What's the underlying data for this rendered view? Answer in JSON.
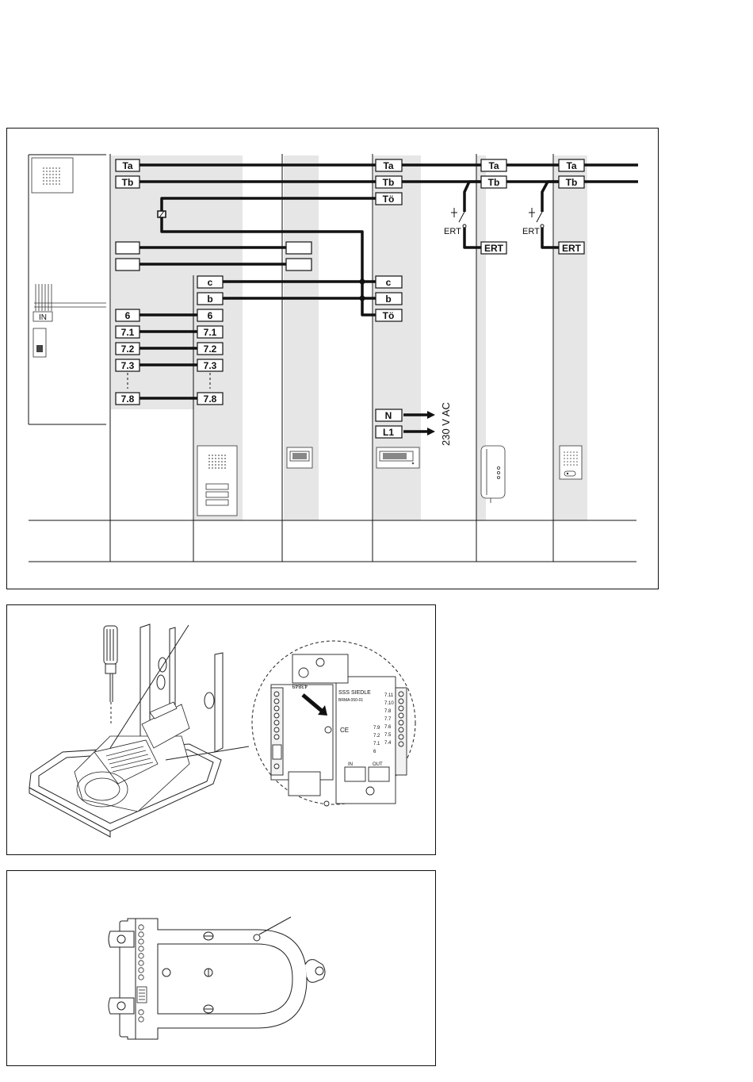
{
  "wiring": {
    "terminals": {
      "ta": "Ta",
      "tb": "Tb",
      "to": "Tö",
      "ert": "ERT",
      "c": "c",
      "b": "b",
      "six": "6",
      "t71": "7.1",
      "t72": "7.2",
      "t73": "7.3",
      "t78": "7.8",
      "n": "N",
      "l1": "L1",
      "in": "IN"
    },
    "ert_switch_label": "ERT",
    "supply_label": "230 V AC"
  },
  "detail_module": {
    "brand": "SSS SIEDLE",
    "model": "BRMA 050-01",
    "ce": "CE",
    "id": "43849",
    "in_label": "IN",
    "out_label": "OUT",
    "pins_left": [
      "7.9",
      "7.2",
      "7.1",
      "6"
    ],
    "pins_right": [
      "7.11",
      "7.10",
      "7.8",
      "7.7",
      "7.6",
      "7.5",
      "7.4"
    ]
  },
  "colors": {
    "line": "#111111",
    "shade": "#e8e8e8"
  }
}
